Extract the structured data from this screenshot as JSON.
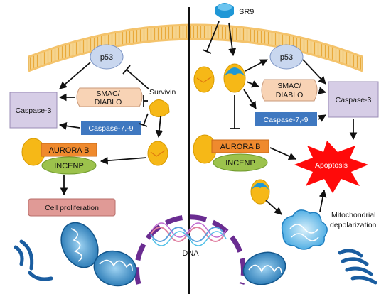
{
  "labels": {
    "sr9": "SR9",
    "survivin": "Survivin",
    "dna": "DNA",
    "apoptosis": "Apoptosis",
    "mito_line1": "Mitochondrial",
    "mito_line2": "depolarization",
    "cell_proliferation": "Cell proliferation"
  },
  "left": {
    "p53": "p53",
    "smac_line1": "SMAC/",
    "smac_line2": "DIABLO",
    "caspase3": "Caspase-3",
    "caspase79": "Caspase-7,-9",
    "aurora_b": "AURORA B",
    "incenp": "INCENP"
  },
  "right": {
    "p53": "p53",
    "smac_line1": "SMAC/",
    "smac_line2": "DIABLO",
    "caspase3": "Caspase-3",
    "caspase79": "Caspase-7,-9",
    "aurora_b": "AURORA B",
    "incenp": "INCENP"
  },
  "colors": {
    "membrane": "#f2c26a",
    "caspase3_box": "#d6cde6",
    "smac_box": "#f8d3b5",
    "caspase79_box": "#3f78c0",
    "aurora_box": "#ef8a2e",
    "incenp_ellipse": "#9cc24c",
    "p53_circle": "#c9d7ef",
    "proliferation_box": "#e09a96",
    "apoptosis_star": "#ff0a0a",
    "survivin_yellow": "#f6b817",
    "sr9_blue": "#1f97d6",
    "nucleus": "#6a2c91"
  }
}
